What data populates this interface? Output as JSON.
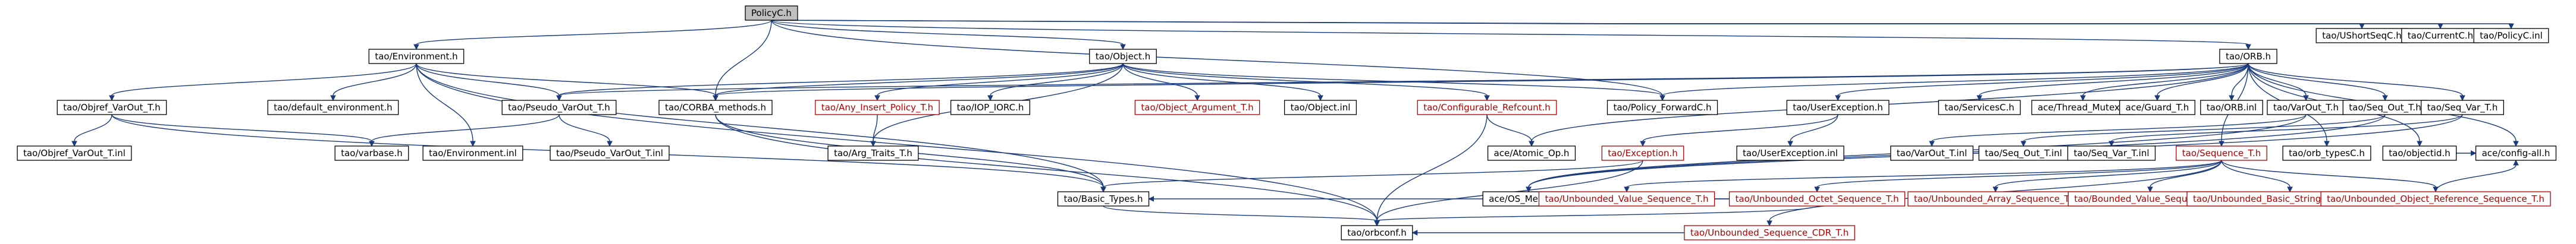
{
  "diagram": {
    "nodes": [
      {
        "id": "policyc_h",
        "label": "PolicyC.h",
        "kind": "root"
      },
      {
        "id": "environment_h",
        "label": "tao/Environment.h"
      },
      {
        "id": "object_h",
        "label": "tao/Object.h"
      },
      {
        "id": "orb_h",
        "label": "tao/ORB.h"
      },
      {
        "id": "policy_forward_h",
        "label": "tao/Policy_ForwardC.h"
      },
      {
        "id": "ushortseqc_h",
        "label": "tao/UShortSeqC.h"
      },
      {
        "id": "currentc_h",
        "label": "tao/CurrentC.h"
      },
      {
        "id": "policyc_inl",
        "label": "tao/PolicyC.inl"
      },
      {
        "id": "objref_varout_t_h",
        "label": "tao/Objref_VarOut_T.h"
      },
      {
        "id": "default_environment_h",
        "label": "tao/default_environment.h"
      },
      {
        "id": "pseudo_varout_t_h",
        "label": "tao/Pseudo_VarOut_T.h"
      },
      {
        "id": "corba_methods_h",
        "label": "tao/CORBA_methods.h"
      },
      {
        "id": "any_insert_policy_t_h",
        "label": "tao/Any_Insert_Policy_T.h",
        "kind": "missing"
      },
      {
        "id": "iop_iorc_h",
        "label": "tao/IOP_IORC.h"
      },
      {
        "id": "object_argument_t_h",
        "label": "tao/Object_Argument_T.h",
        "kind": "missing"
      },
      {
        "id": "object_inl",
        "label": "tao/Object.inl"
      },
      {
        "id": "configurable_refcount_h",
        "label": "tao/Configurable_Refcount.h",
        "kind": "missing"
      },
      {
        "id": "userexception_h",
        "label": "tao/UserException.h"
      },
      {
        "id": "servicesc_h",
        "label": "tao/ServicesC.h"
      },
      {
        "id": "thread_mutex_h",
        "label": "ace/Thread_Mutex.h"
      },
      {
        "id": "guard_t_h",
        "label": "ace/Guard_T.h"
      },
      {
        "id": "orb_inl",
        "label": "tao/ORB.inl"
      },
      {
        "id": "varout_t_h",
        "label": "tao/VarOut_T.h"
      },
      {
        "id": "seq_out_t_h",
        "label": "tao/Seq_Out_T.h"
      },
      {
        "id": "seq_var_t_h",
        "label": "tao/Seq_Var_T.h"
      },
      {
        "id": "sequence_t_h",
        "label": "tao/Sequence_T.h",
        "kind": "missing"
      },
      {
        "id": "orb_typesc_h",
        "label": "tao/orb_typesC.h"
      },
      {
        "id": "objectid_h",
        "label": "tao/objectid.h"
      },
      {
        "id": "config_all_h",
        "label": "ace/config-all.h"
      },
      {
        "id": "objref_varout_t_inl",
        "label": "tao/Objref_VarOut_T.inl"
      },
      {
        "id": "varbase_h",
        "label": "tao/varbase.h"
      },
      {
        "id": "environment_inl",
        "label": "tao/Environment.inl"
      },
      {
        "id": "pseudo_varout_t_inl",
        "label": "tao/Pseudo_VarOut_T.inl"
      },
      {
        "id": "arg_traits_t_h",
        "label": "tao/Arg_Traits_T.h"
      },
      {
        "id": "atomic_op_h",
        "label": "ace/Atomic_Op.h"
      },
      {
        "id": "exception_h",
        "label": "tao/Exception.h",
        "kind": "missing"
      },
      {
        "id": "userexception_inl",
        "label": "tao/UserException.inl"
      },
      {
        "id": "varout_t_inl",
        "label": "tao/VarOut_T.inl"
      },
      {
        "id": "seq_out_t_inl",
        "label": "tao/Seq_Out_T.inl"
      },
      {
        "id": "seq_var_t_inl",
        "label": "tao/Seq_Var_T.inl"
      },
      {
        "id": "unbounded_octet_sequence_t_h",
        "label": "tao/Unbounded_Octet_Sequence_T.h",
        "kind": "missing"
      },
      {
        "id": "unbounded_array_sequence_t_h",
        "label": "tao/Unbounded_Array_Sequence_T.h",
        "kind": "missing"
      },
      {
        "id": "bounded_value_sequence_t_h",
        "label": "tao/Bounded_Value_Sequence_T.h",
        "kind": "missing"
      },
      {
        "id": "unbounded_basic_string_sequence_t_h",
        "label": "tao/Unbounded_Basic_String_Sequence_T.h",
        "kind": "missing"
      },
      {
        "id": "unbounded_object_reference_sequence_t_h",
        "label": "tao/Unbounded_Object_Reference_Sequence_T.h",
        "kind": "missing"
      },
      {
        "id": "basic_types_h",
        "label": "tao/Basic_Types.h"
      },
      {
        "id": "os_memory_h",
        "label": "ace/OS_Memory.h"
      },
      {
        "id": "unbounded_value_sequence_t_h",
        "label": "tao/Unbounded_Value_Sequence_T.h",
        "kind": "missing"
      },
      {
        "id": "unbounded_sequence_cdr_t_h",
        "label": "tao/Unbounded_Sequence_CDR_T.h",
        "kind": "missing"
      },
      {
        "id": "orbconf_h",
        "label": "tao/orbconf.h"
      }
    ],
    "edges": [
      [
        "policyc_h",
        "environment_h"
      ],
      [
        "policyc_h",
        "object_h"
      ],
      [
        "policyc_h",
        "orb_h"
      ],
      [
        "policyc_h",
        "policy_forward_h"
      ],
      [
        "policyc_h",
        "ushortseqc_h"
      ],
      [
        "policyc_h",
        "currentc_h"
      ],
      [
        "policyc_h",
        "policyc_inl"
      ],
      [
        "policyc_h",
        "corba_methods_h"
      ],
      [
        "environment_h",
        "objref_varout_t_h"
      ],
      [
        "environment_h",
        "default_environment_h"
      ],
      [
        "environment_h",
        "pseudo_varout_t_h"
      ],
      [
        "environment_h",
        "corba_methods_h"
      ],
      [
        "environment_h",
        "environment_inl"
      ],
      [
        "environment_h",
        "basic_types_h"
      ],
      [
        "environment_h",
        "orbconf_h"
      ],
      [
        "object_h",
        "corba_methods_h"
      ],
      [
        "object_h",
        "pseudo_varout_t_h"
      ],
      [
        "object_h",
        "any_insert_policy_t_h"
      ],
      [
        "object_h",
        "iop_iorc_h"
      ],
      [
        "object_h",
        "object_argument_t_h"
      ],
      [
        "object_h",
        "object_inl"
      ],
      [
        "object_h",
        "configurable_refcount_h"
      ],
      [
        "object_h",
        "policy_forward_h"
      ],
      [
        "object_h",
        "arg_traits_t_h"
      ],
      [
        "orb_h",
        "corba_methods_h"
      ],
      [
        "orb_h",
        "policy_forward_h"
      ],
      [
        "orb_h",
        "userexception_h"
      ],
      [
        "orb_h",
        "servicesc_h"
      ],
      [
        "orb_h",
        "thread_mutex_h"
      ],
      [
        "orb_h",
        "guard_t_h"
      ],
      [
        "orb_h",
        "orb_inl"
      ],
      [
        "orb_h",
        "varout_t_h"
      ],
      [
        "orb_h",
        "seq_out_t_h"
      ],
      [
        "orb_h",
        "seq_var_t_h"
      ],
      [
        "orb_h",
        "sequence_t_h"
      ],
      [
        "orb_h",
        "orb_typesc_h"
      ],
      [
        "orb_h",
        "objectid_h"
      ],
      [
        "orb_h",
        "config_all_h"
      ],
      [
        "orb_h",
        "pseudo_varout_t_h"
      ],
      [
        "orb_h",
        "atomic_op_h"
      ],
      [
        "objref_varout_t_h",
        "objref_varout_t_inl"
      ],
      [
        "objref_varout_t_h",
        "varbase_h"
      ],
      [
        "objref_varout_t_h",
        "basic_types_h"
      ],
      [
        "pseudo_varout_t_h",
        "varbase_h"
      ],
      [
        "pseudo_varout_t_h",
        "pseudo_varout_t_inl"
      ],
      [
        "corba_methods_h",
        "basic_types_h"
      ],
      [
        "corba_methods_h",
        "orbconf_h"
      ],
      [
        "any_insert_policy_t_h",
        "arg_traits_t_h"
      ],
      [
        "configurable_refcount_h",
        "atomic_op_h"
      ],
      [
        "configurable_refcount_h",
        "orbconf_h"
      ],
      [
        "userexception_h",
        "exception_h"
      ],
      [
        "userexception_h",
        "userexception_inl"
      ],
      [
        "varout_t_h",
        "varout_t_inl"
      ],
      [
        "varout_t_h",
        "os_memory_h"
      ],
      [
        "seq_out_t_h",
        "seq_out_t_inl"
      ],
      [
        "seq_out_t_h",
        "os_memory_h"
      ],
      [
        "seq_var_t_h",
        "seq_var_t_inl"
      ],
      [
        "seq_var_t_h",
        "os_memory_h"
      ],
      [
        "sequence_t_h",
        "unbounded_octet_sequence_t_h"
      ],
      [
        "sequence_t_h",
        "unbounded_array_sequence_t_h"
      ],
      [
        "sequence_t_h",
        "bounded_value_sequence_t_h"
      ],
      [
        "sequence_t_h",
        "unbounded_basic_string_sequence_t_h"
      ],
      [
        "sequence_t_h",
        "unbounded_object_reference_sequence_t_h"
      ],
      [
        "sequence_t_h",
        "unbounded_value_sequence_t_h"
      ],
      [
        "sequence_t_h",
        "unbounded_sequence_cdr_t_h"
      ],
      [
        "exception_h",
        "basic_types_h"
      ],
      [
        "exception_h",
        "orbconf_h"
      ],
      [
        "unbounded_octet_sequence_t_h",
        "basic_types_h"
      ],
      [
        "unbounded_octet_sequence_t_h",
        "os_memory_h"
      ],
      [
        "unbounded_octet_sequence_t_h",
        "orbconf_h"
      ],
      [
        "unbounded_value_sequence_t_h",
        "os_memory_h"
      ],
      [
        "unbounded_sequence_cdr_t_h",
        "orbconf_h"
      ],
      [
        "basic_types_h",
        "orbconf_h"
      ],
      [
        "objectid_h",
        "config_all_h"
      ],
      [
        "unbounded_object_reference_sequence_t_h",
        "config_all_h"
      ]
    ]
  }
}
